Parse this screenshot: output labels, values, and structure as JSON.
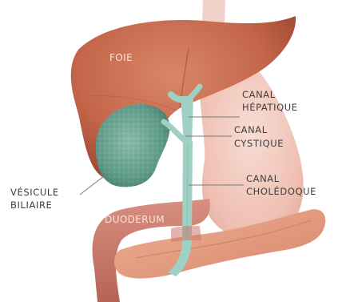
{
  "labels": {
    "foie": "FOIE",
    "canal_hepatique": [
      "CANAL",
      "HÉPATIQUE"
    ],
    "canal_cystique": [
      "CANAL",
      "CYSTIQUE"
    ],
    "canal_choledoque": [
      "CANAL",
      "CHOLÉDOQUE"
    ],
    "vesicule_biliaire": [
      "VÉSICULE",
      "BILIAIRE"
    ],
    "duodenum": "DUODERUM"
  },
  "colors": {
    "liver": "#c4664a",
    "liver_dark": "#a84b35",
    "stomach": "#f2c6bb",
    "gallbladder": "#6aa392",
    "duct": "#9fd0c4",
    "pancreas": "#e39a80",
    "duodenum": "#c9786a"
  }
}
